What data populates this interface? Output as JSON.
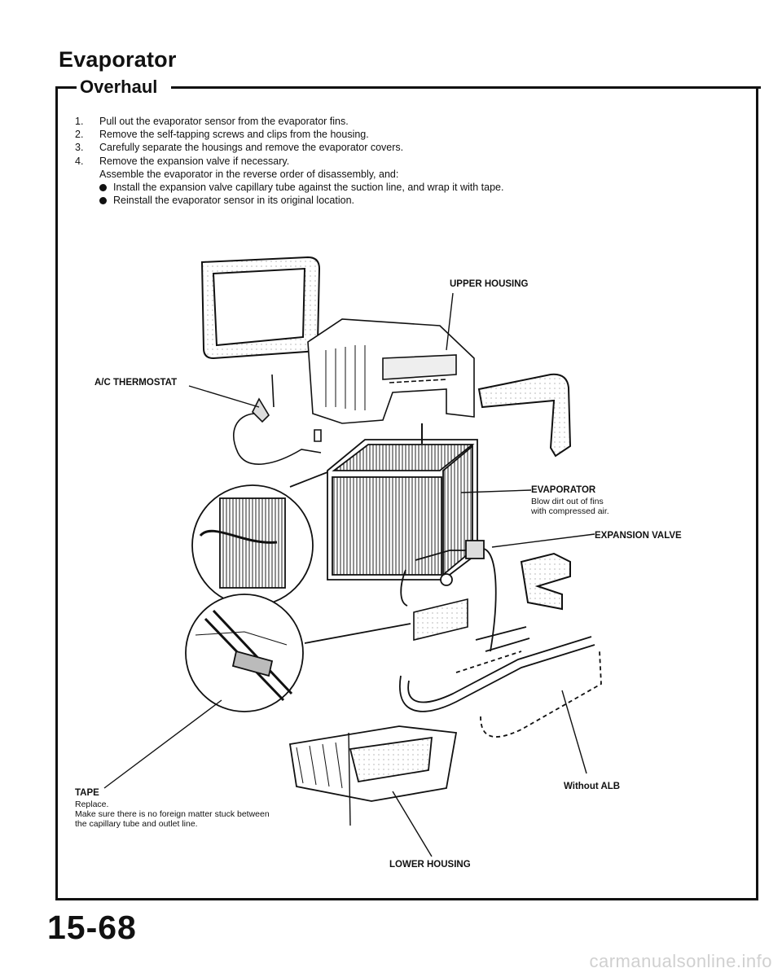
{
  "page": {
    "title": "Evaporator",
    "section": "Overhaul",
    "page_number": "15-68",
    "watermark": "carmanualsonline.info"
  },
  "instructions": {
    "steps": [
      {
        "num": "1.",
        "text": "Pull out the evaporator sensor from the evaporator fins."
      },
      {
        "num": "2.",
        "text": "Remove the self-tapping screws and clips from the housing."
      },
      {
        "num": "3.",
        "text": "Carefully separate the housings and remove the evaporator covers."
      },
      {
        "num": "4.",
        "text": "Remove the expansion valve if necessary."
      }
    ],
    "assemble": "Assemble the evaporator in the reverse order of disassembly, and:",
    "bullets": [
      "Install the expansion valve capillary tube against the suction line, and wrap it with tape.",
      "Reinstall the evaporator sensor in its original location."
    ]
  },
  "diagram": {
    "upper_housing": "UPPER HOUSING",
    "ac_thermostat": "A/C THERMOSTAT",
    "evaporator": "EVAPORATOR",
    "evaporator_note_1": "Blow dirt out of fins",
    "evaporator_note_2": "with compressed air.",
    "expansion_valve": "EXPANSION VALVE",
    "tape": "TAPE",
    "tape_note_1": "Replace.",
    "tape_note_2": "Make sure there is no foreign matter stuck between",
    "tape_note_3": "the capillary tube and outlet line.",
    "without_alb": "Without ALB",
    "lower_housing": "LOWER HOUSING"
  }
}
